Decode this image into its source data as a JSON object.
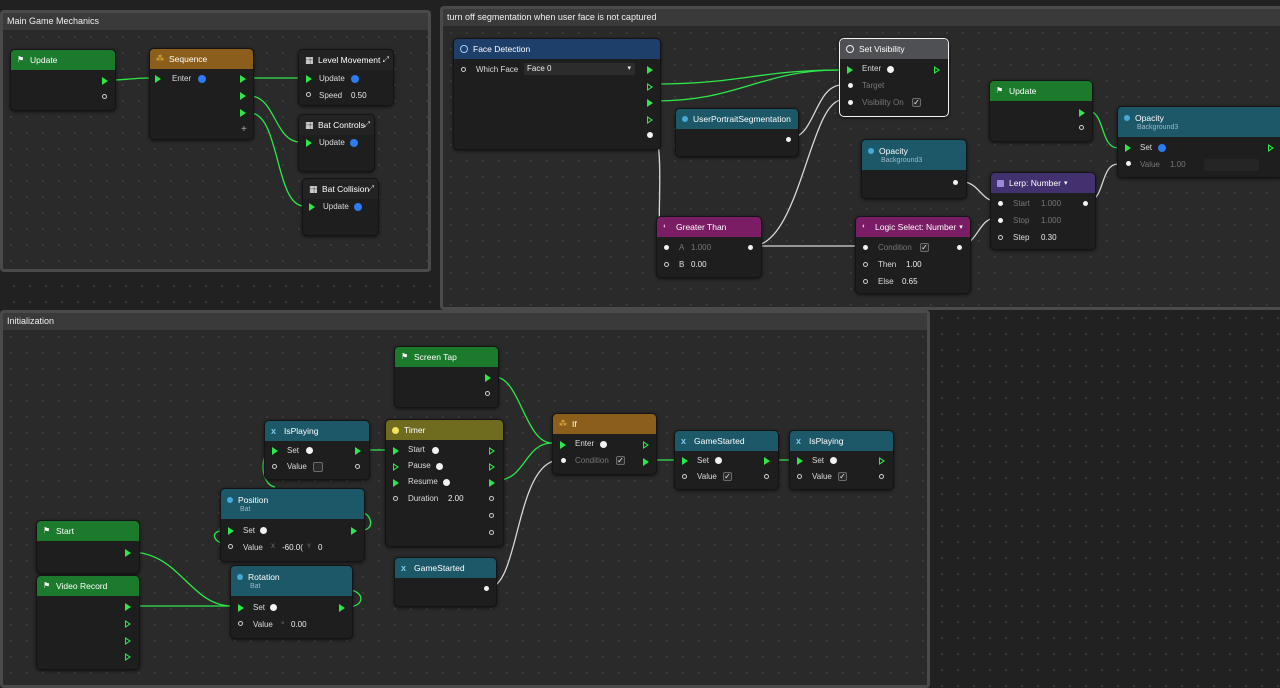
{
  "groups": {
    "main": "Main Game Mechanics",
    "seg": "turn off segmentation when user face is not captured",
    "init": "Initialization"
  },
  "nodes": {
    "update1": {
      "title": "Update"
    },
    "sequence": {
      "title": "Sequence",
      "enter": "Enter"
    },
    "level_movement": {
      "title": "Level Movement",
      "update": "Update",
      "speed_label": "Speed",
      "speed_value": "0.50"
    },
    "bat_controls": {
      "title": "Bat Controls",
      "update": "Update"
    },
    "bat_collision": {
      "title": "Bat Collision",
      "update": "Update"
    },
    "face_detection": {
      "title": "Face Detection",
      "which_face_label": "Which Face",
      "which_face_value": "Face 0"
    },
    "set_visibility": {
      "title": "Set Visibility",
      "enter": "Enter",
      "target": "Target",
      "visibility_on": "Visibility On"
    },
    "user_portrait": {
      "title": "UserPortraitSegmentation"
    },
    "update2": {
      "title": "Update"
    },
    "opacity_right": {
      "title": "Opacity",
      "sub": "Background3",
      "set": "Set",
      "value_label": "Value",
      "value": "1.00"
    },
    "opacity_mid": {
      "title": "Opacity",
      "sub": "Background3"
    },
    "lerp": {
      "title": "Lerp: Number",
      "start_label": "Start",
      "start_value": "1.000",
      "stop_label": "Stop",
      "stop_value": "1.000",
      "step_label": "Step",
      "step_value": "0.30"
    },
    "greater_than": {
      "title": "Greater Than",
      "a_label": "A",
      "a_value": "1.000",
      "b_label": "B",
      "b_value": "0.00"
    },
    "logic_select": {
      "title": "Logic Select: Number",
      "condition": "Condition",
      "then_label": "Then",
      "then_value": "1.00",
      "else_label": "Else",
      "else_value": "0.65"
    },
    "screen_tap": {
      "title": "Screen Tap"
    },
    "isplaying1": {
      "title": "IsPlaying",
      "set": "Set",
      "value": "Value"
    },
    "timer": {
      "title": "Timer",
      "start": "Start",
      "pause": "Pause",
      "resume": "Resume",
      "duration_label": "Duration",
      "duration_value": "2.00"
    },
    "if": {
      "title": "If",
      "enter": "Enter",
      "condition": "Condition"
    },
    "gamestarted1": {
      "title": "GameStarted",
      "set": "Set",
      "value": "Value"
    },
    "isplaying2": {
      "title": "IsPlaying",
      "set": "Set",
      "value": "Value"
    },
    "position": {
      "title": "Position",
      "sub": "Bat",
      "set": "Set",
      "value": "Value",
      "x_label": "X",
      "x_value": "-60.0(",
      "y_label": "Y",
      "y_value": "0"
    },
    "start": {
      "title": "Start"
    },
    "video_record": {
      "title": "Video Record"
    },
    "rotation": {
      "title": "Rotation",
      "sub": "Bat",
      "set": "Set",
      "value": "Value",
      "val_prefix": "×",
      "val": "0.00"
    },
    "gamestarted2": {
      "title": "GameStarted"
    }
  },
  "colors": {
    "flow": "#2ee84a",
    "wire": "#d8d8d8",
    "event": "#1c7a2c",
    "variable": "#1c5868",
    "math": "#7a1d64"
  }
}
